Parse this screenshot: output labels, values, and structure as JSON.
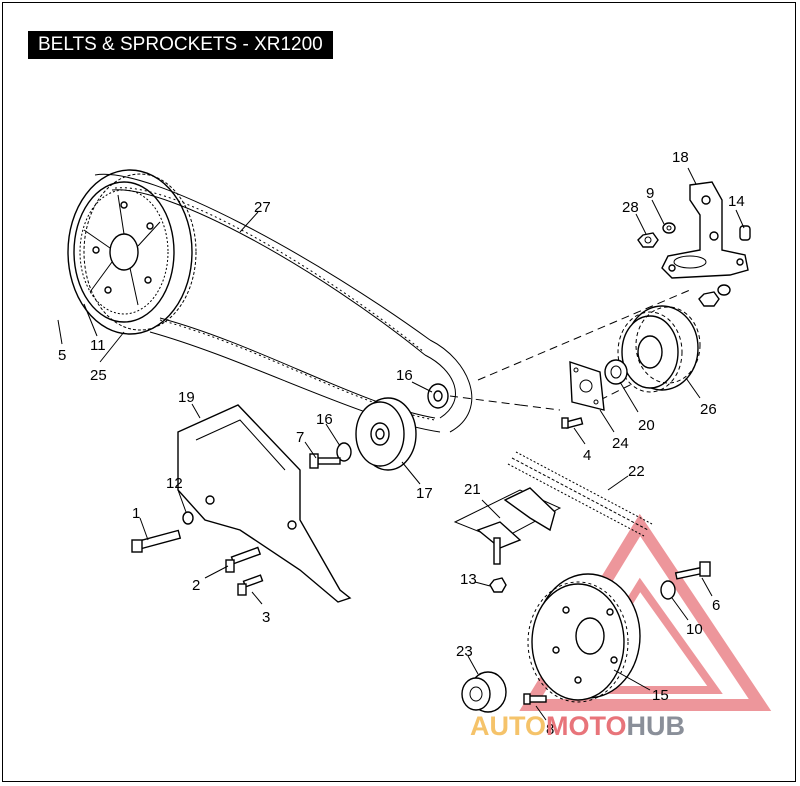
{
  "title": "BELTS & SPROCKETS - XR1200",
  "watermark": {
    "parts": [
      "AUTO",
      "MOTO",
      "HUB"
    ],
    "colors": [
      "#f5c36a",
      "#e8747a",
      "#8a8f99"
    ]
  },
  "callouts": [
    "1",
    "2",
    "3",
    "4",
    "5",
    "6",
    "7",
    "8",
    "9",
    "10",
    "11",
    "12",
    "13",
    "14",
    "15",
    "16",
    "16",
    "17",
    "18",
    "19",
    "20",
    "21",
    "22",
    "23",
    "24",
    "25",
    "26",
    "27",
    "28"
  ]
}
